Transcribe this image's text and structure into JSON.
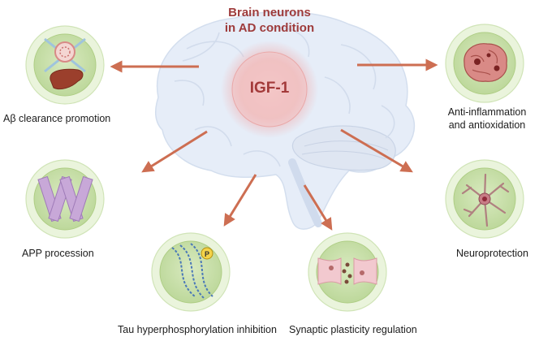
{
  "title": {
    "line1": "Brain neurons",
    "line2": "in AD condition"
  },
  "center": {
    "label": "IGF-1"
  },
  "nodes": [
    {
      "id": "abeta",
      "label": "Aβ clearance promotion",
      "icon": "liver-and-vessel-icon"
    },
    {
      "id": "app",
      "label": "APP procession",
      "icon": "app-fibrils-icon"
    },
    {
      "id": "tau",
      "label": "Tau hyperphosphorylation inhibition",
      "icon": "phosphorylated-tau-icon",
      "badge": "P"
    },
    {
      "id": "synaptic",
      "label": "Synaptic plasticity regulation",
      "icon": "synapse-icon"
    },
    {
      "id": "inflammation",
      "label_line1": "Anti-inflammation",
      "label_line2": "and antioxidation",
      "icon": "inflamed-brain-icon"
    },
    {
      "id": "neuro",
      "label": "Neuroprotection",
      "icon": "neuron-icon"
    }
  ],
  "colors": {
    "title": "#9e3b3b",
    "arrow": "#cd6e52",
    "circle_outer": "#e3f0d2",
    "circle_inner": "#cfe3b1",
    "brain": "#e4ecf7",
    "igf_glow": "#f1b8b8"
  }
}
